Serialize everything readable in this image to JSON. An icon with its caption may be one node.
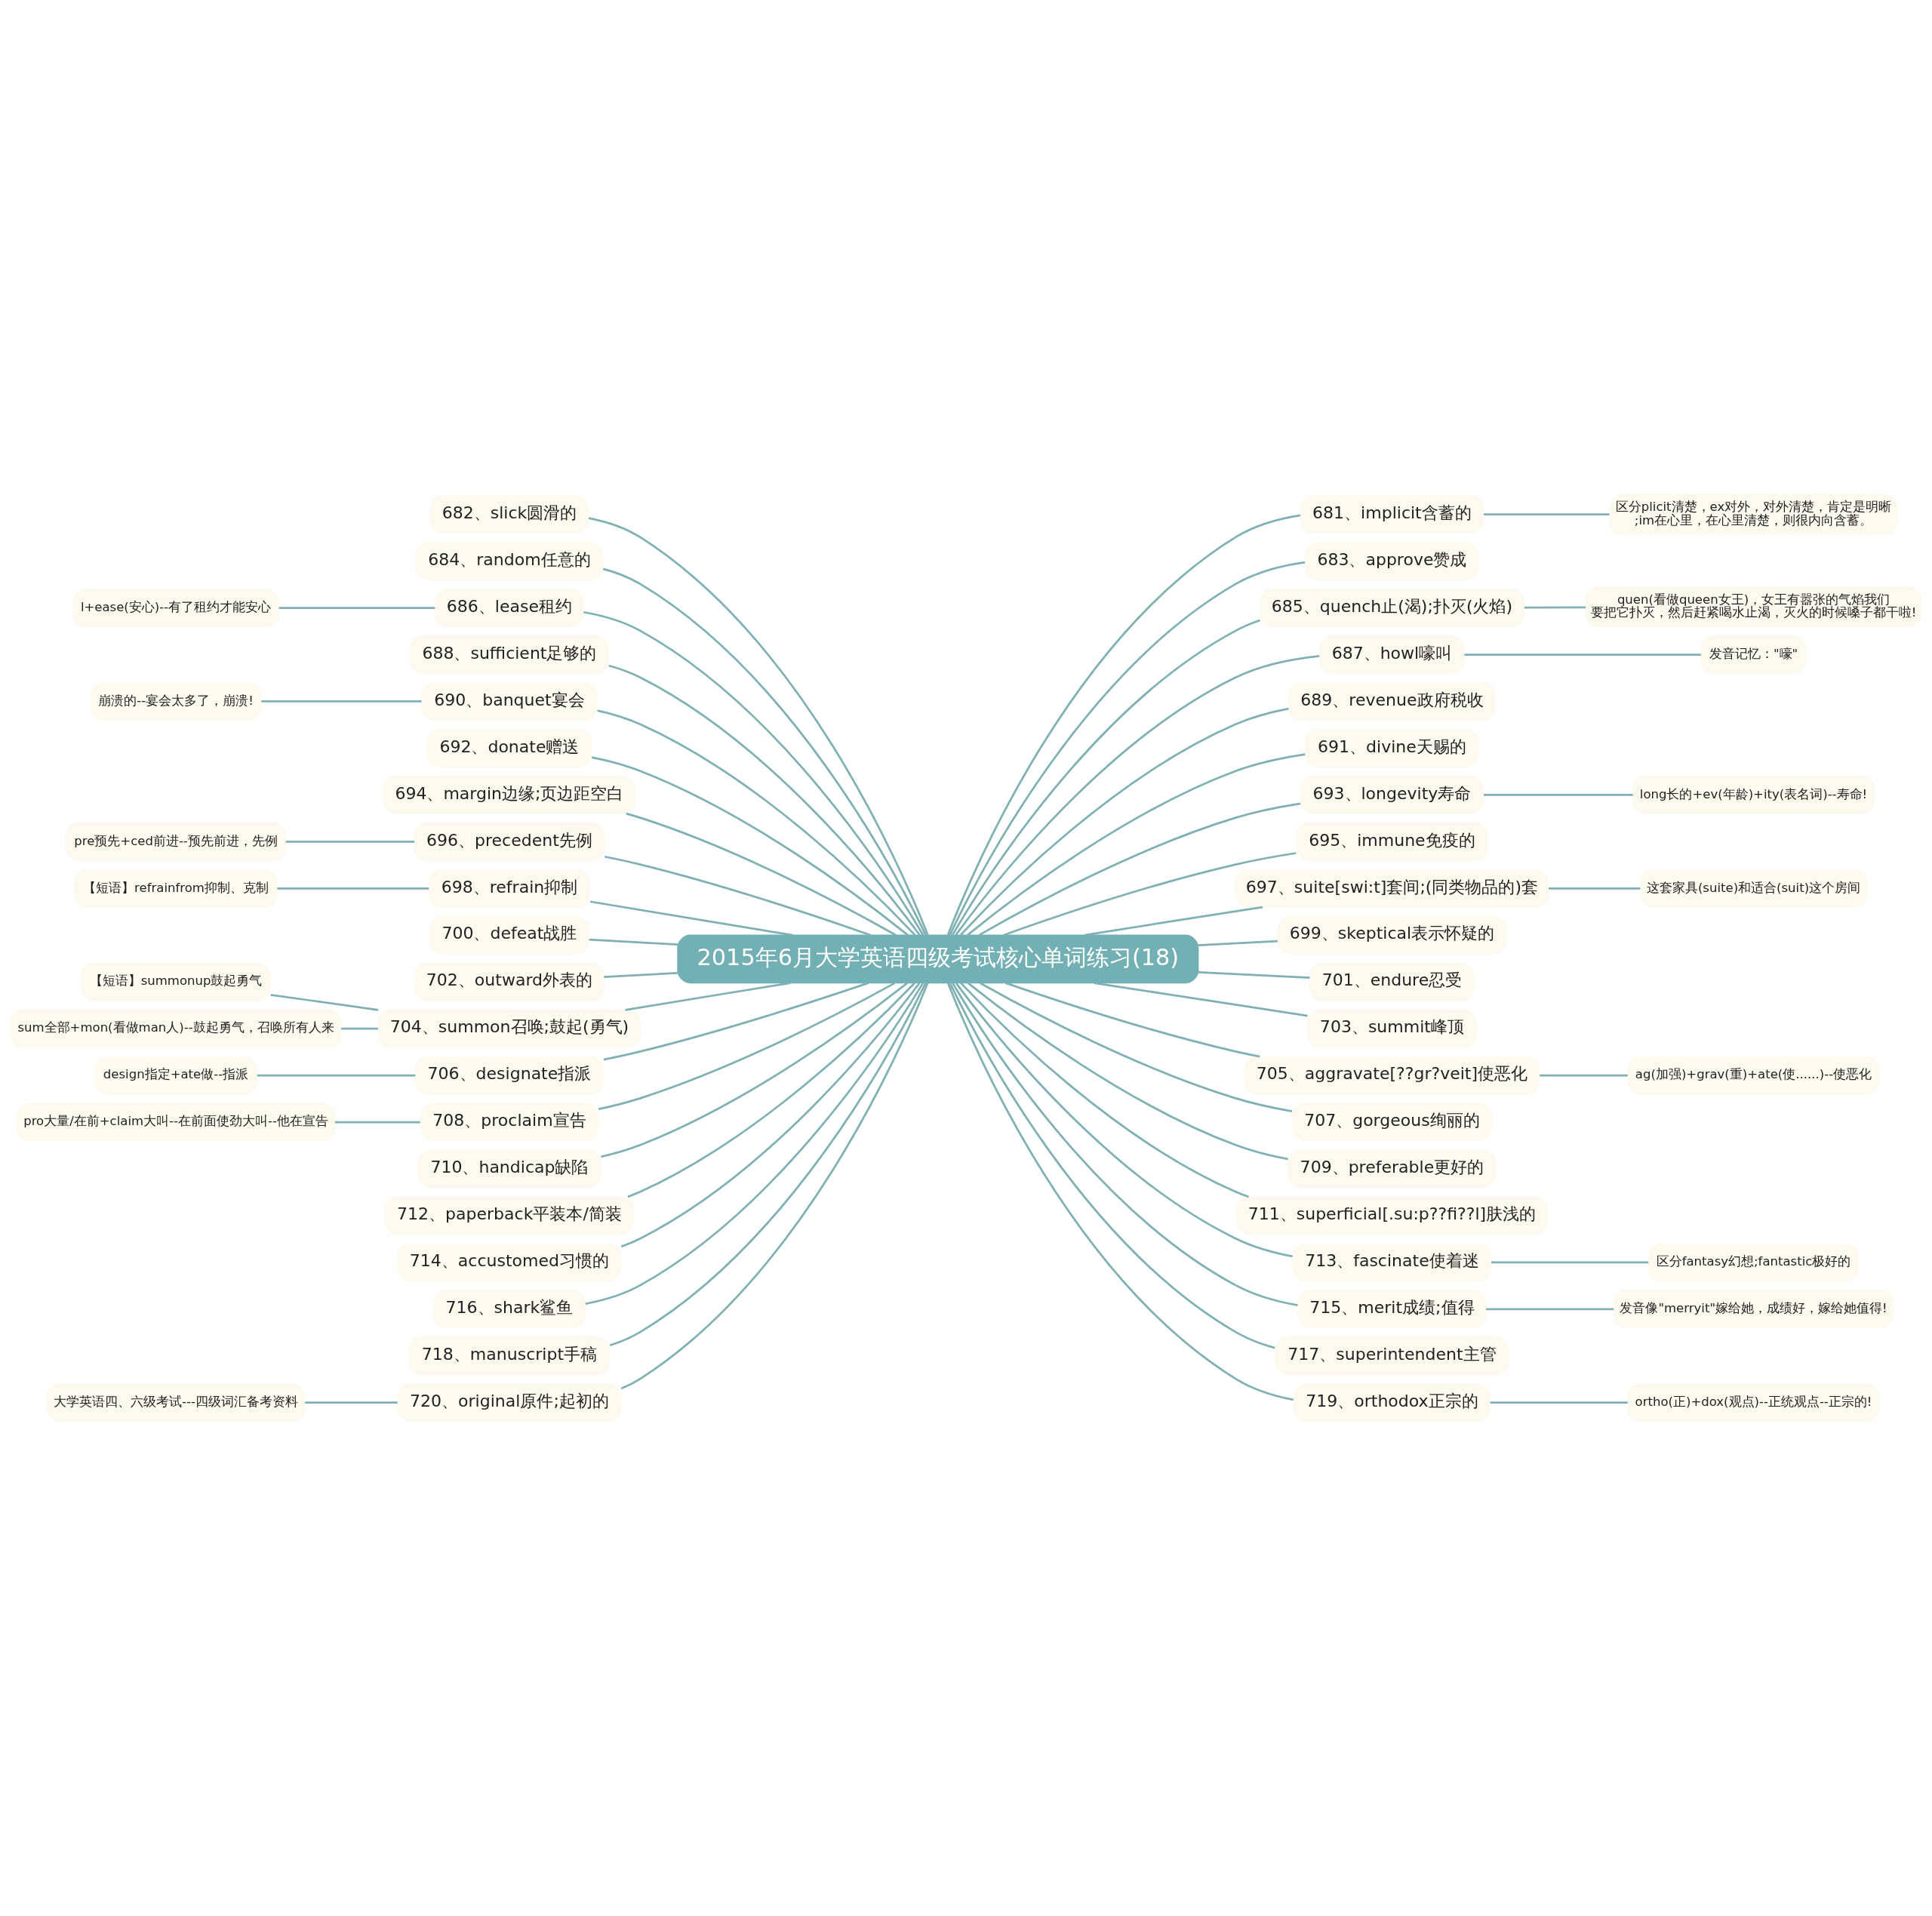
{
  "diagram": {
    "nodes": [
      {
        "text": [
          "2015年6月大学英语四级考试核心单词练习(18)"
        ]
      },
      {
        "text": [
          "681、implicit含蓄的"
        ]
      },
      {
        "text": [
          "区分plicit清楚，ex对外，对外清楚，肯定是明晰;im在心里，在心里清楚，则很内向含蓄。"
        ]
      },
      {
        "text": [
          "683、approve赞成"
        ]
      },
      {
        "text": [
          "685、quench止(渴);扑灭(火焰)"
        ]
      },
      {
        "text": [
          "quen(看做queen女王)，女王有嚣张的气焰我们要把它扑灭，然后赶紧喝水止渴，灭火的时候嗓子都干啦!"
        ]
      },
      {
        "text": [
          "687、howl嚎叫"
        ]
      },
      {
        "text": [
          "发音记忆：\"嚎\""
        ]
      },
      {
        "text": [
          "689、revenue政府税收"
        ]
      },
      {
        "text": [
          "691、divine天赐的"
        ]
      },
      {
        "text": [
          "693、longevity寿命"
        ]
      },
      {
        "text": [
          "long长的+ev(年龄)+ity(表名词)--寿命!"
        ]
      },
      {
        "text": [
          "695、immune免疫的"
        ]
      },
      {
        "text": [
          "697、suite[swi:t]套间;(同类物品的)套"
        ]
      },
      {
        "text": [
          "这套家具(suite)和适合(suit)这个房间"
        ]
      },
      {
        "text": [
          "699、skeptical表示怀疑的"
        ]
      },
      {
        "text": [
          "701、endure忍受"
        ]
      },
      {
        "text": [
          "703、summit峰顶"
        ]
      },
      {
        "text": [
          "705、aggravate[??gr?veit]使恶化"
        ]
      },
      {
        "text": [
          "ag(加强)+grav(重)+ate(使......)--使恶化"
        ]
      },
      {
        "text": [
          "707、gorgeous绚丽的"
        ]
      },
      {
        "text": [
          "709、preferable更好的"
        ]
      },
      {
        "text": [
          "711、superficial[.su:p??fi??l]肤浅的"
        ]
      },
      {
        "text": [
          "713、fascinate使着迷"
        ]
      },
      {
        "text": [
          "区分fantasy幻想;fantastic极好的"
        ]
      },
      {
        "text": [
          "715、merit成绩;值得"
        ]
      },
      {
        "text": [
          "发音像\"merryit\"嫁给她，成绩好，嫁给她值得!"
        ]
      },
      {
        "text": [
          "717、superintendent主管"
        ]
      },
      {
        "text": [
          "719、orthodox正宗的"
        ]
      },
      {
        "text": [
          "ortho(正)+dox(观点)--正统观点--正宗的!"
        ]
      },
      {
        "text": [
          "682、slick圆滑的"
        ]
      },
      {
        "text": [
          "684、random任意的"
        ]
      },
      {
        "text": [
          "686、lease租约"
        ]
      },
      {
        "text": [
          "l+ease(安心)--有了租约才能安心"
        ]
      },
      {
        "text": [
          "688、sufficient足够的"
        ]
      },
      {
        "text": [
          "690、banquet宴会"
        ]
      },
      {
        "text": [
          "崩溃的--宴会太多了，崩溃!"
        ]
      },
      {
        "text": [
          "692、donate赠送"
        ]
      },
      {
        "text": [
          "694、margin边缘;页边距空白"
        ]
      },
      {
        "text": [
          "696、precedent先例"
        ]
      },
      {
        "text": [
          "pre预先+ced前进--预先前进，先例"
        ]
      },
      {
        "text": [
          "698、refrain抑制"
        ]
      },
      {
        "text": [
          "【短语】refrainfrom抑制、克制"
        ]
      },
      {
        "text": [
          "700、defeat战胜"
        ]
      },
      {
        "text": [
          "702、outward外表的"
        ]
      },
      {
        "text": [
          "704、summon召唤;鼓起(勇气)"
        ]
      },
      {
        "text": [
          "【短语】summonup鼓起勇气"
        ]
      },
      {
        "text": [
          "sum全部+mon(看做man人)--鼓起勇气，召唤所有人来"
        ]
      },
      {
        "text": [
          "706、designate指派"
        ]
      },
      {
        "text": [
          "design指定+ate做--指派"
        ]
      },
      {
        "text": [
          "708、proclaim宣告"
        ]
      },
      {
        "text": [
          "pro大量/在前+claim大叫--在前面使劲大叫--他在宣告"
        ]
      },
      {
        "text": [
          "710、handicap缺陷"
        ]
      },
      {
        "text": [
          "712、paperback平装本/简装"
        ]
      },
      {
        "text": [
          "714、accustomed习惯的"
        ]
      },
      {
        "text": [
          "716、shark鲨鱼"
        ]
      },
      {
        "text": [
          "718、manuscript手稿"
        ]
      },
      {
        "text": [
          "720、original原件;起初的"
        ]
      },
      {
        "text": [
          "大学英语四、六级考试---四级词汇备考资料"
        ]
      }
    ],
    "edges": [
      {
        "from": 0,
        "to": 1,
        "arrow": "none"
      },
      {
        "from": 1,
        "to": 2,
        "arrow": "none"
      },
      {
        "from": 0,
        "to": 3,
        "arrow": "none"
      },
      {
        "from": 0,
        "to": 4,
        "arrow": "none"
      },
      {
        "from": 4,
        "to": 5,
        "arrow": "none"
      },
      {
        "from": 0,
        "to": 6,
        "arrow": "none"
      },
      {
        "from": 6,
        "to": 7,
        "arrow": "none"
      },
      {
        "from": 0,
        "to": 8,
        "arrow": "none"
      },
      {
        "from": 0,
        "to": 9,
        "arrow": "none"
      },
      {
        "from": 0,
        "to": 10,
        "arrow": "none"
      },
      {
        "from": 10,
        "to": 11,
        "arrow": "none"
      },
      {
        "from": 0,
        "to": 12,
        "arrow": "none"
      },
      {
        "from": 0,
        "to": 13,
        "arrow": "none"
      },
      {
        "from": 13,
        "to": 14,
        "arrow": "none"
      },
      {
        "from": 0,
        "to": 15,
        "arrow": "none"
      },
      {
        "from": 0,
        "to": 16,
        "arrow": "none"
      },
      {
        "from": 0,
        "to": 17,
        "arrow": "none"
      },
      {
        "from": 0,
        "to": 18,
        "arrow": "none"
      },
      {
        "from": 18,
        "to": 19,
        "arrow": "none"
      },
      {
        "from": 0,
        "to": 20,
        "arrow": "none"
      },
      {
        "from": 0,
        "to": 21,
        "arrow": "none"
      },
      {
        "from": 0,
        "to": 22,
        "arrow": "none"
      },
      {
        "from": 0,
        "to": 23,
        "arrow": "none"
      },
      {
        "from": 23,
        "to": 24,
        "arrow": "none"
      },
      {
        "from": 0,
        "to": 25,
        "arrow": "none"
      },
      {
        "from": 25,
        "to": 26,
        "arrow": "none"
      },
      {
        "from": 0,
        "to": 27,
        "arrow": "none"
      },
      {
        "from": 0,
        "to": 28,
        "arrow": "none"
      },
      {
        "from": 28,
        "to": 29,
        "arrow": "none"
      },
      {
        "from": 0,
        "to": 30,
        "arrow": "none"
      },
      {
        "from": 0,
        "to": 31,
        "arrow": "none"
      },
      {
        "from": 0,
        "to": 32,
        "arrow": "none"
      },
      {
        "from": 32,
        "to": 33,
        "arrow": "none"
      },
      {
        "from": 0,
        "to": 34,
        "arrow": "none"
      },
      {
        "from": 0,
        "to": 35,
        "arrow": "none"
      },
      {
        "from": 35,
        "to": 36,
        "arrow": "none"
      },
      {
        "from": 0,
        "to": 37,
        "arrow": "none"
      },
      {
        "from": 0,
        "to": 38,
        "arrow": "none"
      },
      {
        "from": 0,
        "to": 39,
        "arrow": "none"
      },
      {
        "from": 39,
        "to": 40,
        "arrow": "none"
      },
      {
        "from": 0,
        "to": 41,
        "arrow": "none"
      },
      {
        "from": 41,
        "to": 42,
        "arrow": "none"
      },
      {
        "from": 0,
        "to": 43,
        "arrow": "none"
      },
      {
        "from": 0,
        "to": 44,
        "arrow": "none"
      },
      {
        "from": 0,
        "to": 45,
        "arrow": "none"
      },
      {
        "from": 45,
        "to": 46,
        "arrow": "none"
      },
      {
        "from": 45,
        "to": 47,
        "arrow": "none"
      },
      {
        "from": 0,
        "to": 48,
        "arrow": "none"
      },
      {
        "from": 48,
        "to": 49,
        "arrow": "none"
      },
      {
        "from": 0,
        "to": 50,
        "arrow": "none"
      },
      {
        "from": 50,
        "to": 51,
        "arrow": "none"
      },
      {
        "from": 0,
        "to": 52,
        "arrow": "none"
      },
      {
        "from": 0,
        "to": 53,
        "arrow": "none"
      },
      {
        "from": 0,
        "to": 54,
        "arrow": "none"
      },
      {
        "from": 0,
        "to": 55,
        "arrow": "none"
      },
      {
        "from": 0,
        "to": 56,
        "arrow": "none"
      },
      {
        "from": 0,
        "to": 57,
        "arrow": "none"
      },
      {
        "from": 57,
        "to": 58,
        "arrow": "none"
      }
    ]
  }
}
